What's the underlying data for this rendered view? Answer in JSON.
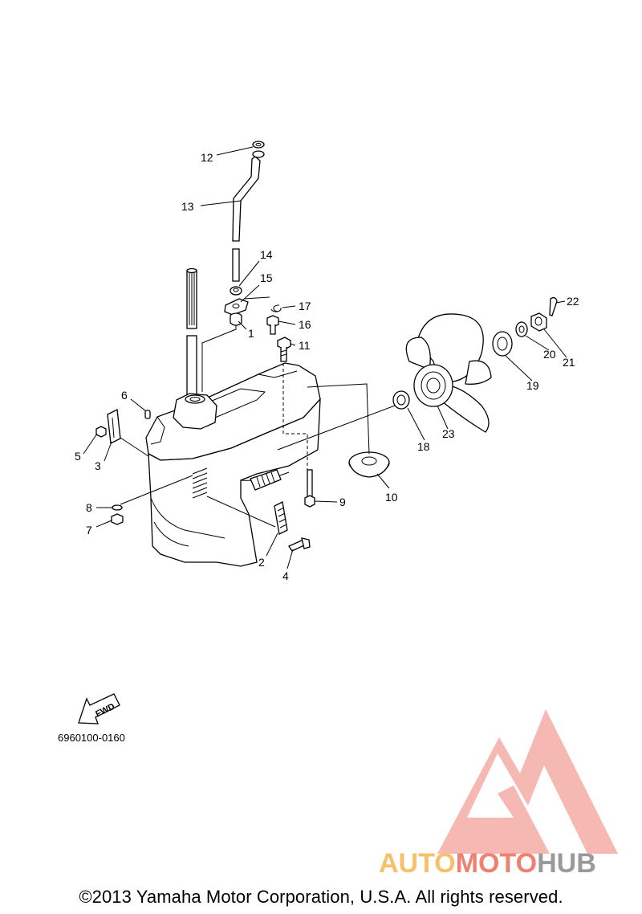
{
  "diagram": {
    "callouts": [
      {
        "id": "1",
        "label": "1"
      },
      {
        "id": "2",
        "label": "2"
      },
      {
        "id": "3",
        "label": "3"
      },
      {
        "id": "4",
        "label": "4"
      },
      {
        "id": "5",
        "label": "5"
      },
      {
        "id": "6",
        "label": "6"
      },
      {
        "id": "7",
        "label": "7"
      },
      {
        "id": "8",
        "label": "8"
      },
      {
        "id": "9",
        "label": "9"
      },
      {
        "id": "10",
        "label": "10"
      },
      {
        "id": "11",
        "label": "11"
      },
      {
        "id": "12",
        "label": "12"
      },
      {
        "id": "13",
        "label": "13"
      },
      {
        "id": "14",
        "label": "14"
      },
      {
        "id": "15",
        "label": "15"
      },
      {
        "id": "16",
        "label": "16"
      },
      {
        "id": "17",
        "label": "17"
      },
      {
        "id": "18",
        "label": "18"
      },
      {
        "id": "19",
        "label": "19"
      },
      {
        "id": "20",
        "label": "20"
      },
      {
        "id": "21",
        "label": "21"
      },
      {
        "id": "22",
        "label": "22"
      },
      {
        "id": "23",
        "label": "23"
      }
    ],
    "fwd_label": "FWD",
    "part_number": "6960100-0160"
  },
  "watermark": {
    "brand_part1": "AUTO",
    "brand_part2": "MOTO",
    "brand_part3": "HUB",
    "color_light": "#f6c16a",
    "color_mid": "#f08070",
    "color_dark": "#9a9a9a"
  },
  "footer": {
    "copyright": "©2013 Yamaha Motor Corporation, U.S.A. All rights reserved."
  }
}
